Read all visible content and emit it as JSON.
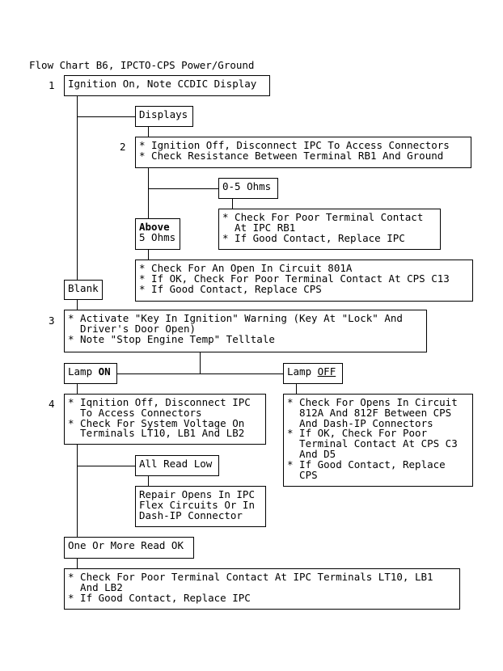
{
  "title": "Flow Chart B6, IPCTO-CPS Power/Ground",
  "steps": {
    "s1": "1",
    "s2": "2",
    "s3": "3",
    "s4": "4"
  },
  "boxes": {
    "b1": "Ignition On, Note CCDIC Display",
    "displays": "Displays",
    "b2": "* Ignition Off, Disconnect IPC To Access Connectors\n* Check Resistance Between Terminal RB1 And Ground",
    "ohms05": "0-5 Ohms",
    "poor_rb1": "* Check For Poor Terminal Contact\n  At IPC RB1\n* If Good Contact, Replace IPC",
    "above_1": "Above",
    "above_2": "5 Ohms",
    "open801": "* Check For An Open In Circuit 801A\n* If OK, Check For Poor Terminal Contact At CPS C13\n* If Good Contact, Replace CPS",
    "blank": "Blank",
    "b3": "* Activate \"Key In Ignition\" Warning (Key At \"Lock\" And\n  Driver's Door Open)\n* Note \"Stop Engine Temp\" Telltale",
    "lamp_on_1": "Lamp ",
    "lamp_on_2": "ON",
    "lamp_off_1": "Lamp ",
    "lamp_off_2": "OFF",
    "b4": "* Iqnition Off, Disconnect IPC\n  To Access Connectors\n* Check For System Voltage On\n  Terminals LT10, LB1 And LB2",
    "opens812": "* Check For Opens In Circuit\n  812A And 812F Between CPS\n  And Dash-IP Connectors\n* If OK, Check For Poor\n  Terminal Contact At CPS C3\n  And D5\n* If Good Contact, Replace\n  CPS",
    "allreadlow": "All Read Low",
    "repair": "Repair Opens In IPC\nFlex Circuits Or In\nDash-IP Connector",
    "onemore": "One Or More Read OK",
    "final": "* Check For Poor Terminal Contact At IPC Terminals LT10, LB1\n  And LB2\n* If Good Contact, Replace IPC"
  }
}
